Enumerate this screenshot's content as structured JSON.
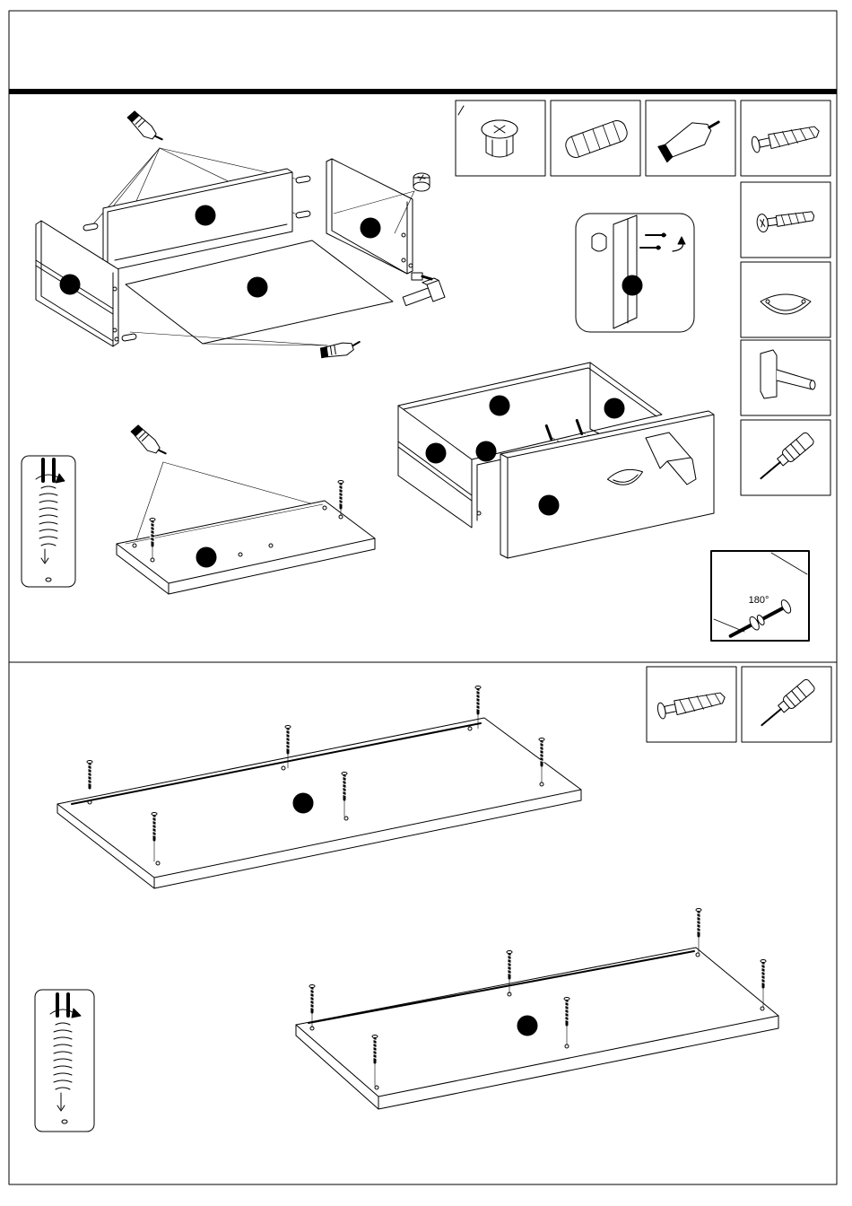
{
  "page": {
    "sections": [
      "drawer-assembly-step",
      "shelf-panel-step"
    ]
  },
  "drawer_step": {
    "parts_panel": {
      "tiles": [
        {
          "name": "cam-lock",
          "icon": "cam-lock-icon"
        },
        {
          "name": "wooden-dowel",
          "icon": "dowel-icon"
        },
        {
          "name": "glue-bottle",
          "icon": "glue-bottle-icon"
        },
        {
          "name": "expansion-screw",
          "icon": "expansion-screw-icon"
        },
        {
          "name": "cam-bolt",
          "icon": "cam-bolt-icon"
        },
        {
          "name": "cup-handle",
          "icon": "cup-handle-icon"
        },
        {
          "name": "hammer",
          "icon": "hammer-icon"
        },
        {
          "name": "screwdriver",
          "icon": "screwdriver-icon"
        }
      ]
    },
    "rotation_detail": {
      "label": "180°"
    }
  },
  "shelf_step": {
    "tools_panel": {
      "tiles": [
        {
          "name": "expansion-screw",
          "icon": "expansion-screw-icon"
        },
        {
          "name": "screwdriver",
          "icon": "screwdriver-icon"
        }
      ]
    }
  },
  "colors": {
    "line": "#000000",
    "background": "#ffffff",
    "marker": "#000000"
  }
}
